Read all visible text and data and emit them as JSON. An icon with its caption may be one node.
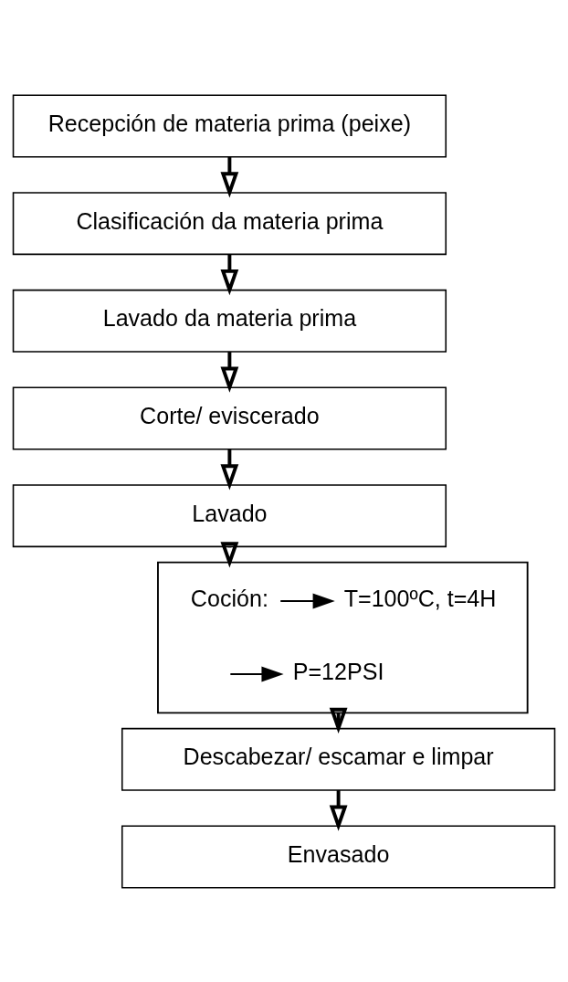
{
  "diagram": {
    "nodes": [
      {
        "text": [
          "Recepción de materia prima (peixe)"
        ]
      },
      {
        "text": [
          "Clasificación da materia prima"
        ]
      },
      {
        "text": [
          "Lavado da materia prima"
        ]
      },
      {
        "text": [
          "Corte/ eviscerado"
        ]
      },
      {
        "text": [
          "Lavado"
        ]
      },
      {
        "text": [],
        "shape": "box"
      },
      {
        "text": [
          "Coción:"
        ],
        "in": 5
      },
      {
        "text": [
          "T=100ºC, t=4H"
        ],
        "in": 5
      },
      {
        "text": [
          "P=12PSI"
        ],
        "in": 5
      },
      {
        "text": [
          "Descabezar/ escamar e limpar"
        ]
      },
      {
        "text": [
          "Envasado"
        ]
      }
    ],
    "edges": [
      {
        "from": 0,
        "to": 1,
        "arrow": "to"
      },
      {
        "from": 1,
        "to": 2,
        "arrow": "to"
      },
      {
        "from": 2,
        "to": 3,
        "arrow": "to"
      },
      {
        "from": 3,
        "to": 4,
        "arrow": "to"
      },
      {
        "from": 4,
        "to": 5,
        "arrow": "to"
      },
      {
        "from": 6,
        "to": 7,
        "arrow": "to"
      },
      {
        "from": null,
        "to": 8,
        "arrow": "to"
      },
      {
        "from": 5,
        "to": 9,
        "arrow": "to"
      },
      {
        "from": 9,
        "to": 10,
        "arrow": "to"
      }
    ]
  }
}
